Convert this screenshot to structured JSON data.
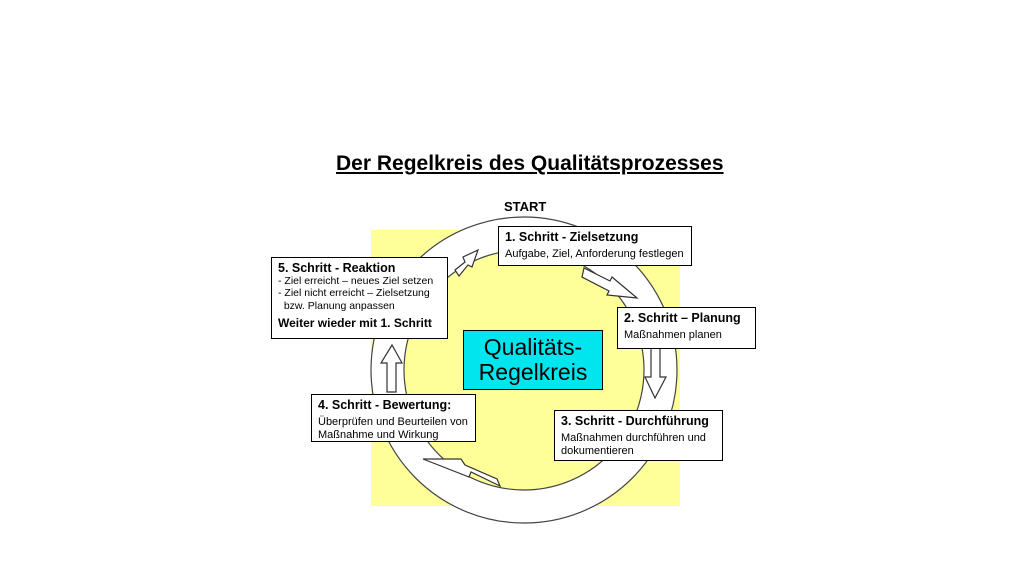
{
  "title": "Der Regelkreis des Qualitätsprozesses",
  "start_label": "START",
  "center_label": [
    "Qualitäts-",
    "Regelkreis"
  ],
  "colors": {
    "background_square": "#ffff99",
    "center_box": "#00e5ee",
    "ring": "#ffffff"
  },
  "steps": [
    {
      "heading": "1. Schritt - Zielsetzung",
      "description": "Aufgabe, Ziel, Anforderung festlegen"
    },
    {
      "heading": "2. Schritt – Planung",
      "description": "Maßnahmen planen"
    },
    {
      "heading": "3. Schritt - Durchführung",
      "description": "Maßnahmen durchführen und dokumentieren"
    },
    {
      "heading": "4. Schritt - Bewertung:",
      "description": "Überprüfen und Beurteilen von Maßnahme und Wirkung"
    },
    {
      "heading": "5. Schritt - Reaktion",
      "bullets": [
        "- Ziel erreicht – neues Ziel setzen",
        "- Ziel nicht erreicht – Zielsetzung",
        "  bzw. Planung anpassen"
      ],
      "footer": "Weiter wieder mit 1. Schritt"
    }
  ]
}
